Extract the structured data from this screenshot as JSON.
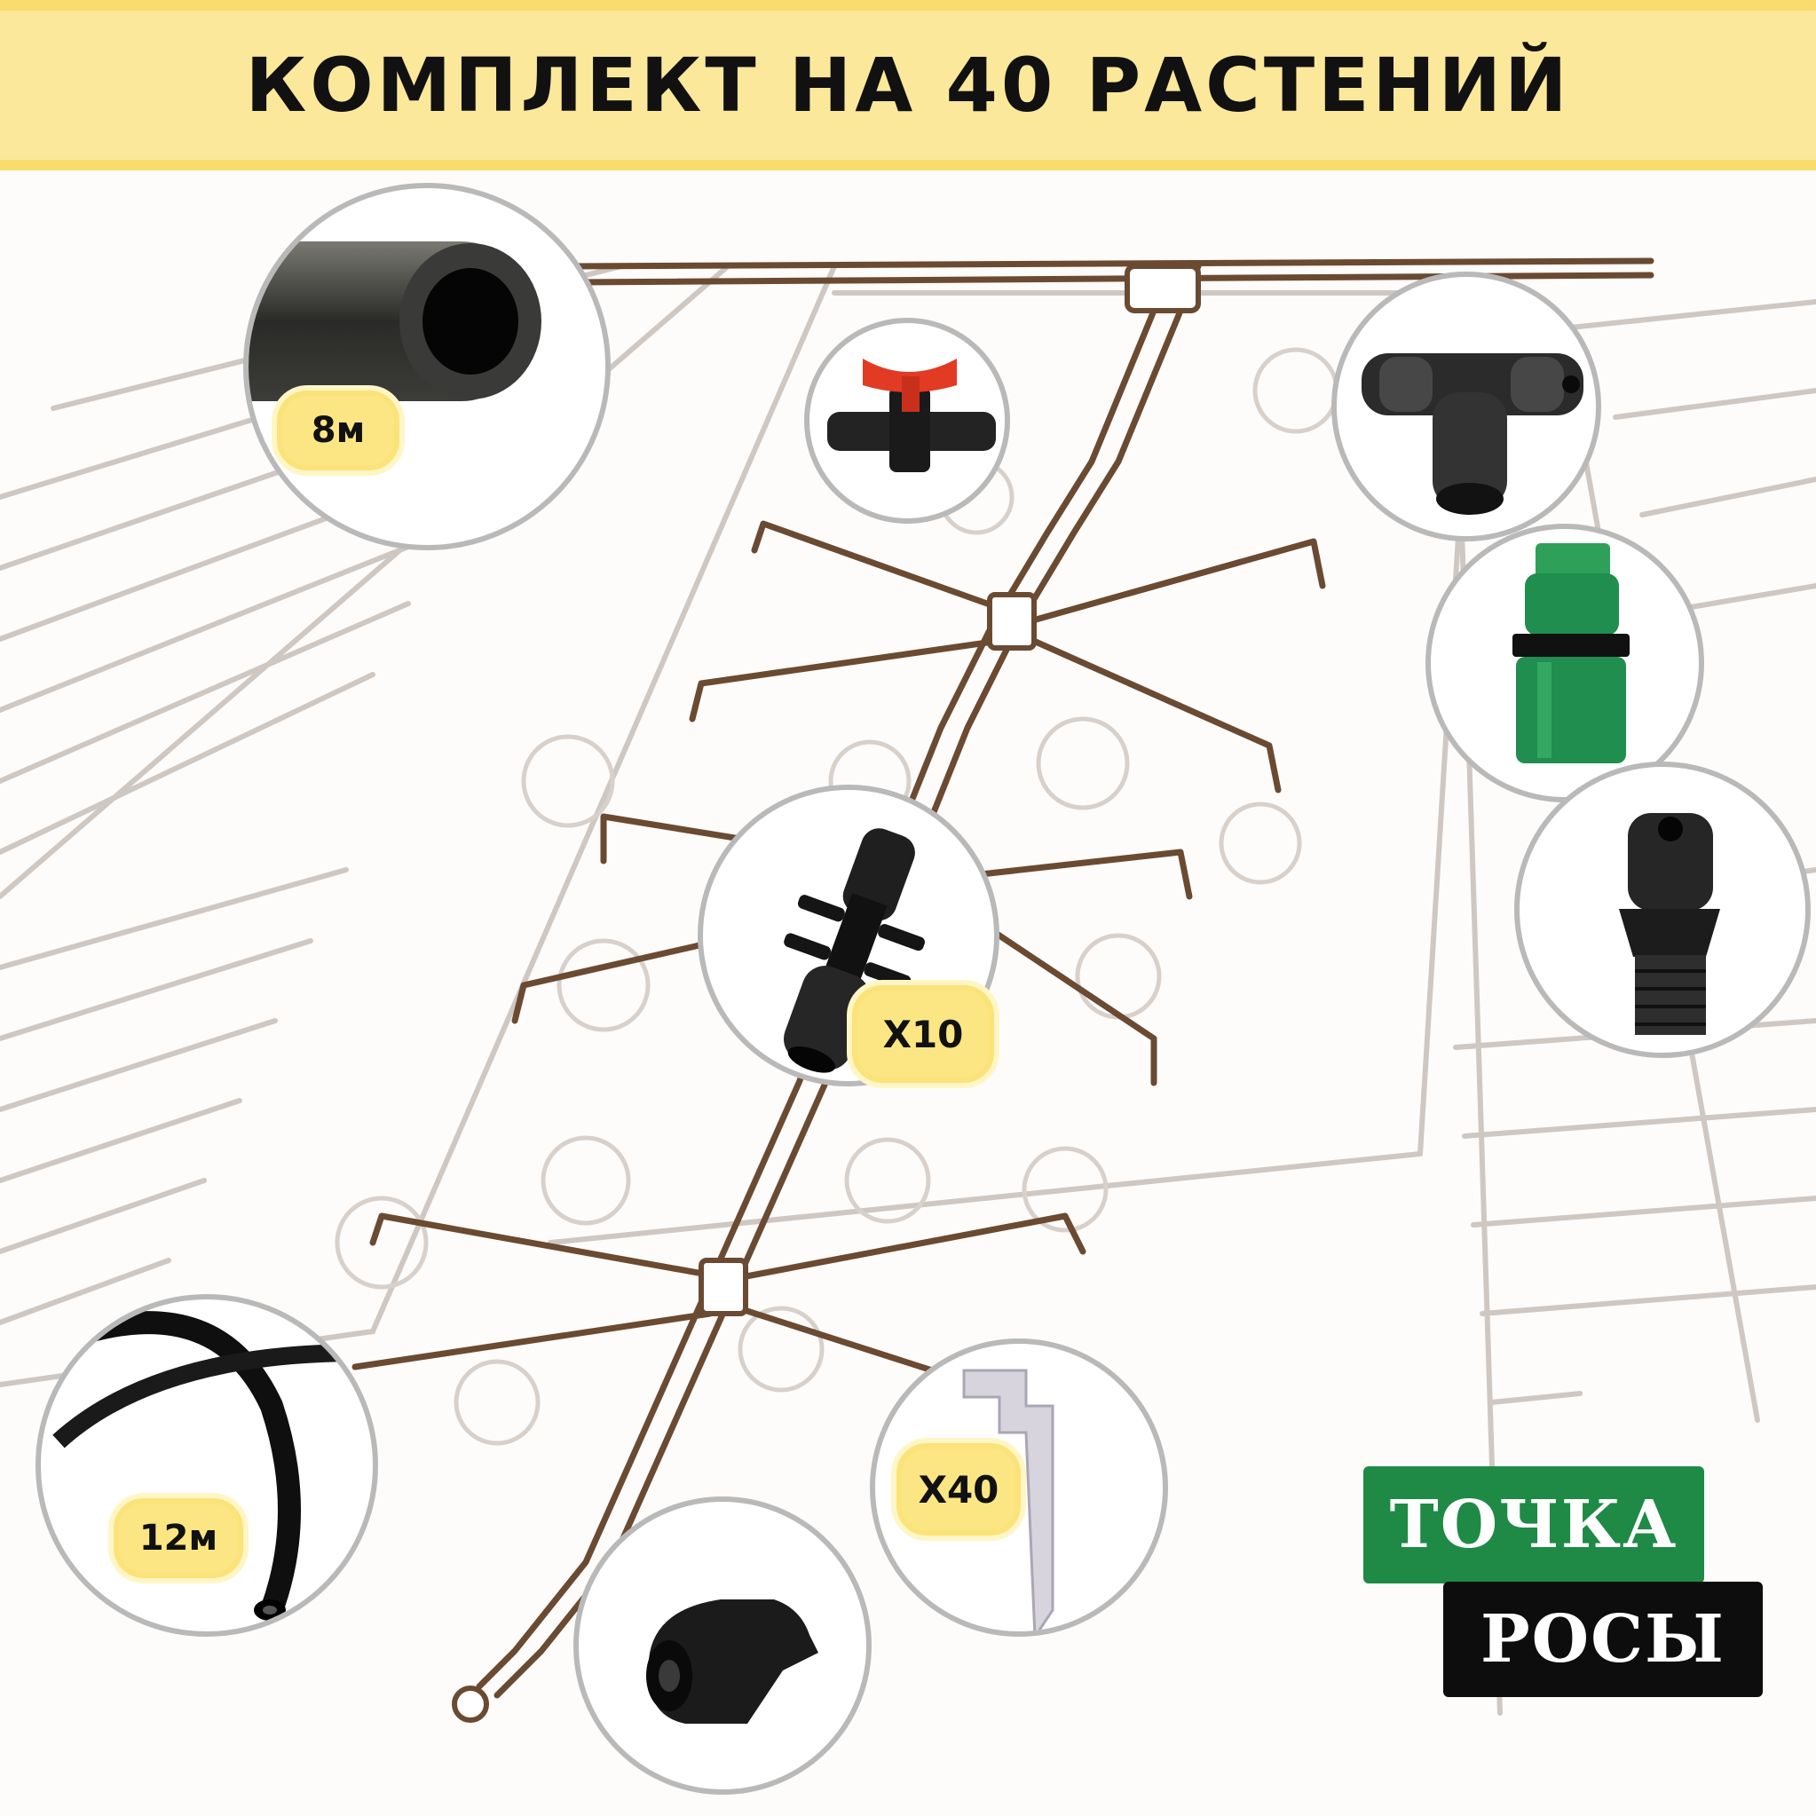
{
  "banner": {
    "title": "КОМПЛЕКТ НА 40 РАСТЕНИЙ",
    "color": "#fce89a"
  },
  "items": [
    {
      "name": "main-hose",
      "icon": "tube-cross-section-icon",
      "badge": "8м"
    },
    {
      "name": "shutoff-valve",
      "icon": "valve-icon"
    },
    {
      "name": "tee-connector",
      "icon": "tee-connector-icon"
    },
    {
      "name": "hose-quick-connector",
      "icon": "quick-connector-icon",
      "color": "#1f8e4e"
    },
    {
      "name": "threaded-adapter",
      "icon": "threaded-adapter-icon"
    },
    {
      "name": "cross-connector",
      "icon": "cross-connector-icon",
      "badge": "X10"
    },
    {
      "name": "micro-tube",
      "icon": "micro-tube-icon",
      "badge": "12м"
    },
    {
      "name": "end-plug",
      "icon": "end-plug-icon"
    },
    {
      "name": "dripper-stake",
      "icon": "dripper-stake-icon",
      "badge": "X40"
    }
  ],
  "brand": {
    "line1": "ТОЧКА",
    "line2": "РОСЫ",
    "green": "#1f8a45",
    "black": "#0d0d0d"
  }
}
